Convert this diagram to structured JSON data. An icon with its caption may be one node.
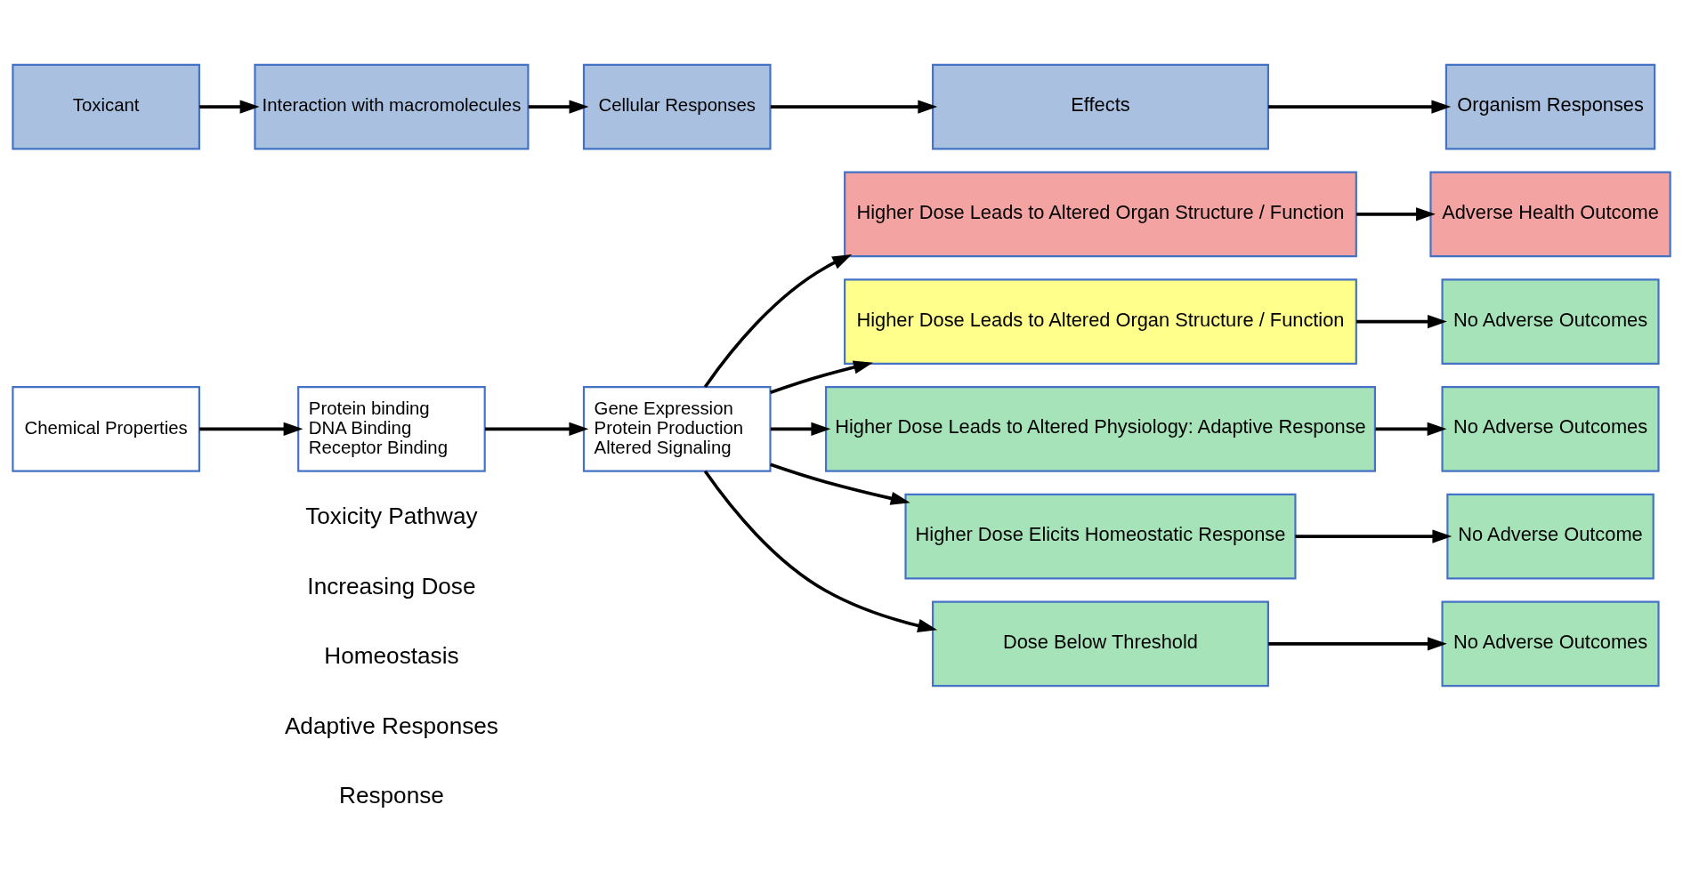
{
  "diagram": {
    "nodes": [
      {
        "text": [
          "Chemical Properties"
        ]
      },
      {
        "text": [
          "Protein binding",
          "DNA Binding",
          "Receptor Binding"
        ]
      },
      {
        "text": [
          "Gene Expression",
          "Protein Production",
          "Altered Signaling"
        ]
      },
      {
        "text": [
          "Higher Dose Leads to Altered Organ Structure / Function"
        ]
      },
      {
        "text": [
          "Adverse Health Outcome"
        ]
      },
      {
        "text": [
          "Higher Dose Leads to Altered Organ Structure / Function"
        ]
      },
      {
        "text": [
          "No Adverse Outcomes"
        ]
      },
      {
        "text": [
          "Higher Dose Leads to Altered Physiology: Adaptive Response"
        ]
      },
      {
        "text": [
          "No Adverse Outcomes"
        ]
      },
      {
        "text": [
          "Higher Dose Elicits Homeostatic Response"
        ]
      },
      {
        "text": [
          "No Adverse Outcome"
        ]
      },
      {
        "text": [
          "Dose Below Threshold"
        ]
      },
      {
        "text": [
          "No Adverse Outcomes"
        ]
      },
      {
        "text": [
          "Toxicant"
        ]
      },
      {
        "text": [
          "Interaction with macromolecules"
        ]
      },
      {
        "text": [
          "Cellular Responses"
        ]
      },
      {
        "text": [
          "Effects"
        ]
      },
      {
        "text": [
          "Organism Responses"
        ]
      }
    ],
    "edges": [
      {
        "from": 0,
        "to": 1,
        "arrow": "to"
      },
      {
        "from": 1,
        "to": 2,
        "arrow": "to"
      },
      {
        "from": 2,
        "to": 3,
        "arrow": "to"
      },
      {
        "from": 2,
        "to": 5,
        "arrow": "to"
      },
      {
        "from": 2,
        "to": 7,
        "arrow": "to"
      },
      {
        "from": 2,
        "to": 9,
        "arrow": "to"
      },
      {
        "from": 2,
        "to": 11,
        "arrow": "to"
      },
      {
        "from": 3,
        "to": 4,
        "arrow": "to"
      },
      {
        "from": 5,
        "to": 6,
        "arrow": "to"
      },
      {
        "from": 7,
        "to": 8,
        "arrow": "to"
      },
      {
        "from": 9,
        "to": 10,
        "arrow": "to"
      },
      {
        "from": 11,
        "to": 12,
        "arrow": "to"
      },
      {
        "from": 13,
        "to": 14,
        "arrow": "to"
      },
      {
        "from": 14,
        "to": 15,
        "arrow": "to"
      },
      {
        "from": 15,
        "to": 16,
        "arrow": "to"
      },
      {
        "from": 16,
        "to": 17,
        "arrow": "to"
      }
    ],
    "labels": [
      "Response",
      "Adaptive Responses",
      "Homeostasis",
      "Increasing Dose",
      "Toxicity Pathway"
    ]
  }
}
